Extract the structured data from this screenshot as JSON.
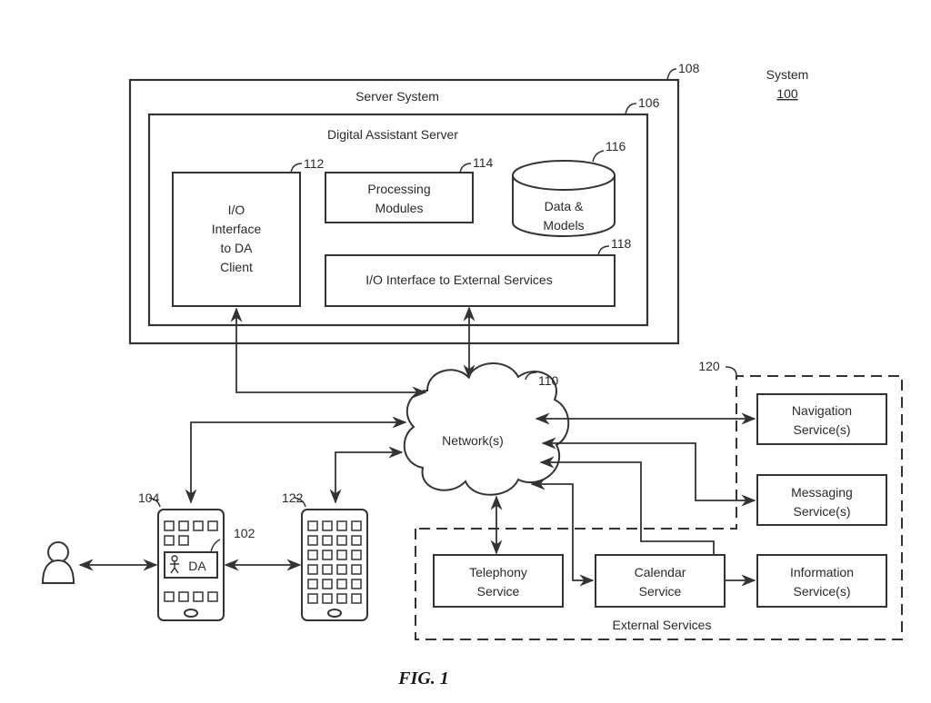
{
  "figure_label": "FIG. 1",
  "system": {
    "label": "System",
    "number": "100"
  },
  "server_system": {
    "label": "Server System",
    "ref": "108"
  },
  "da_server": {
    "label": "Digital Assistant Server",
    "ref": "106"
  },
  "io_da_client": {
    "lines": [
      "I/O",
      "Interface",
      "to DA",
      "Client"
    ],
    "ref": "112"
  },
  "processing_modules": {
    "lines": [
      "Processing",
      "Modules"
    ],
    "ref": "114"
  },
  "data_models": {
    "lines": [
      "Data &",
      "Models"
    ],
    "ref": "116"
  },
  "io_external": {
    "label": "I/O Interface to External Services",
    "ref": "118"
  },
  "network": {
    "label": "Network(s)",
    "ref": "110"
  },
  "user_device": {
    "ref": "104",
    "da_label": "DA",
    "da_ref": "102"
  },
  "second_device": {
    "ref": "122"
  },
  "external_services": {
    "label": "External Services",
    "ref": "120",
    "services": [
      {
        "lines": [
          "Navigation",
          "Service(s)"
        ]
      },
      {
        "lines": [
          "Messaging",
          "Service(s)"
        ]
      },
      {
        "lines": [
          "Telephony",
          "Service"
        ]
      },
      {
        "lines": [
          "Calendar",
          "Service"
        ]
      },
      {
        "lines": [
          "Information",
          "Service(s)"
        ]
      }
    ]
  }
}
